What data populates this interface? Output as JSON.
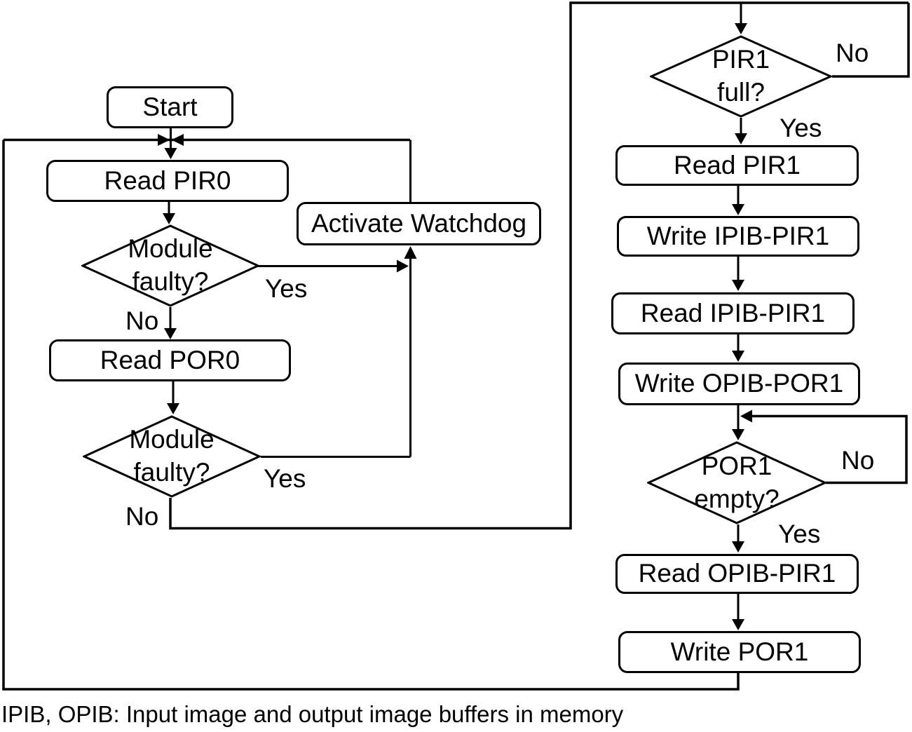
{
  "diagram": {
    "caption": "IPIB, OPIB: Input image and output image buffers in memory",
    "colors": {
      "line": "#000000",
      "background": "#ffffff",
      "node_fill": "#ffffff"
    },
    "nodes": {
      "start": {
        "label": "Start",
        "type": "terminator"
      },
      "read_pir0": {
        "label": "Read PIR0",
        "type": "process"
      },
      "module_faulty_1": {
        "label": "Module\nfaulty?",
        "type": "decision"
      },
      "activate_watchdog": {
        "label": "Activate Watchdog",
        "type": "process"
      },
      "read_por0": {
        "label": "Read POR0",
        "type": "process"
      },
      "module_faulty_2": {
        "label": "Module\nfaulty?",
        "type": "decision"
      },
      "pir1_full": {
        "label": "PIR1\nfull?",
        "type": "decision"
      },
      "read_pir1": {
        "label": "Read PIR1",
        "type": "process"
      },
      "write_ipib_pir1": {
        "label": "Write IPIB-PIR1",
        "type": "process"
      },
      "read_ipib_pir1": {
        "label": "Read IPIB-PIR1",
        "type": "process"
      },
      "write_opib_por1": {
        "label": "Write OPIB-POR1",
        "type": "process"
      },
      "por1_empty": {
        "label": "POR1\nempty?",
        "type": "decision"
      },
      "read_opib_pir1": {
        "label": "Read OPIB-PIR1",
        "type": "process"
      },
      "write_por1": {
        "label": "Write POR1",
        "type": "process"
      }
    },
    "edge_labels": {
      "module_faulty_1_yes": "Yes",
      "module_faulty_1_no": "No",
      "module_faulty_2_yes": "Yes",
      "module_faulty_2_no": "No",
      "pir1_full_no": "No",
      "pir1_full_yes": "Yes",
      "por1_empty_no": "No",
      "por1_empty_yes": "Yes"
    }
  }
}
